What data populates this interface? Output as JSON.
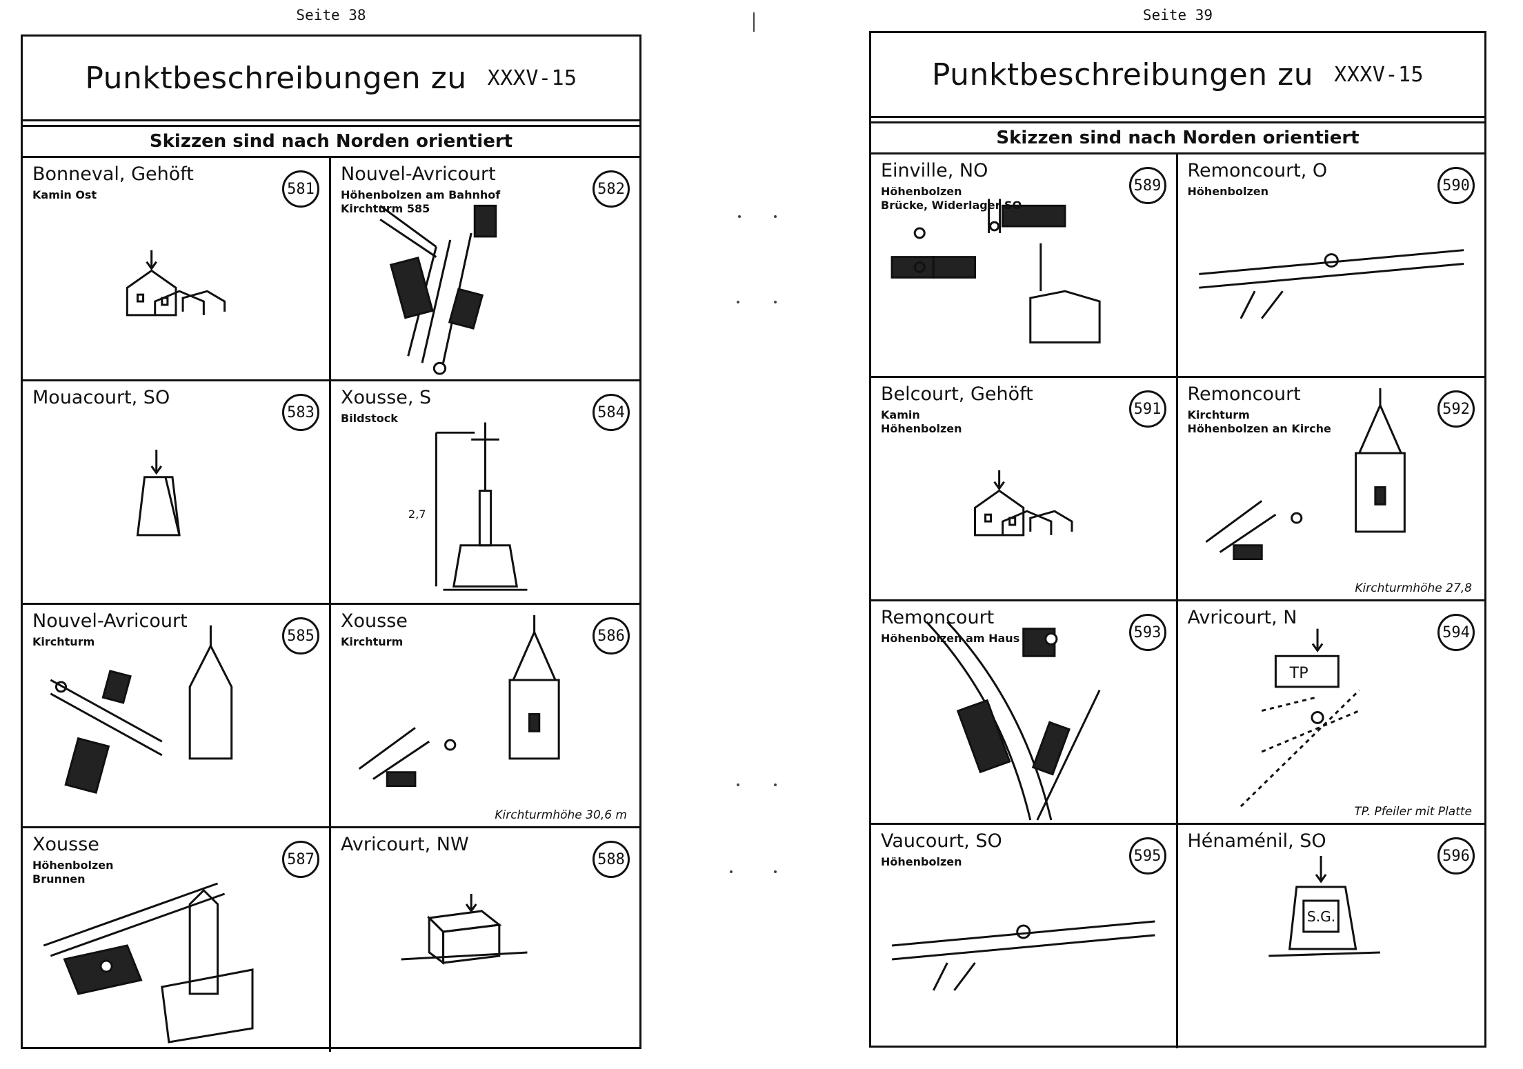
{
  "left_page": {
    "page_label": "Seite 38",
    "title": "Punktbeschreibungen zu",
    "title_num": "XXXV-15",
    "subtitle": "Skizzen sind nach Norden orientiert",
    "cells": [
      {
        "title": "Bonneval, Gehöft",
        "sub": "Kamin Ost",
        "num": "581",
        "icon": "farm-house-icon",
        "foot": ""
      },
      {
        "title": "Nouvel-Avricourt",
        "sub": "Höhenbolzen am Bahnhof\nKirchturm 585",
        "num": "582",
        "icon": "station-map-icon",
        "foot": ""
      },
      {
        "title": "Mouacourt, SO",
        "sub": "",
        "num": "583",
        "icon": "pillar-icon",
        "foot": ""
      },
      {
        "title": "Xousse, S",
        "sub": "Bildstock",
        "num": "584",
        "icon": "wayside-cross-icon",
        "foot": ""
      },
      {
        "title": "Nouvel-Avricourt",
        "sub": "Kirchturm",
        "num": "585",
        "icon": "church-map-icon",
        "foot": ""
      },
      {
        "title": "Xousse",
        "sub": "Kirchturm",
        "num": "586",
        "icon": "church-spire-icon",
        "foot": "Kirchturmhöhe 30,6 m"
      },
      {
        "title": "Xousse",
        "sub": "Höhenbolzen\nBrunnen",
        "num": "587",
        "icon": "fountain-icon",
        "foot": ""
      },
      {
        "title": "Avricourt, NW",
        "sub": "",
        "num": "588",
        "icon": "block-icon",
        "foot": ""
      }
    ]
  },
  "right_page": {
    "page_label": "Seite 39",
    "title": "Punktbeschreibungen zu",
    "title_num": "XXXV-15",
    "subtitle": "Skizzen sind nach Norden orientiert",
    "cells": [
      {
        "title": "Einville, NO",
        "sub": "Höhenbolzen\nBrücke, Widerlager SO",
        "num": "589",
        "icon": "bridge-icon",
        "foot": ""
      },
      {
        "title": "Remoncourt, O",
        "sub": "Höhenbolzen",
        "num": "590",
        "icon": "road-marker-icon",
        "foot": ""
      },
      {
        "title": "Belcourt, Gehöft",
        "sub": "Kamin\nHöhenbolzen",
        "num": "591",
        "icon": "farm-house-icon",
        "foot": ""
      },
      {
        "title": "Remoncourt",
        "sub": "Kirchturm\nHöhenbolzen an Kirche",
        "num": "592",
        "icon": "church-spire-icon",
        "foot": "Kirchturmhöhe 27,8"
      },
      {
        "title": "Remoncourt",
        "sub": "Höhenbolzen am Haus",
        "num": "593",
        "icon": "crossroad-map-icon",
        "foot": ""
      },
      {
        "title": "Avricourt, N",
        "sub": "",
        "num": "594",
        "icon": "tp-pillar-icon",
        "foot": "TP. Pfeiler mit Platte"
      },
      {
        "title": "Vaucourt, SO",
        "sub": "Höhenbolzen",
        "num": "595",
        "icon": "road-marker-icon",
        "foot": ""
      },
      {
        "title": "Hénaménil, SO",
        "sub": "",
        "num": "596",
        "icon": "boundary-stone-icon",
        "foot": ""
      }
    ]
  }
}
